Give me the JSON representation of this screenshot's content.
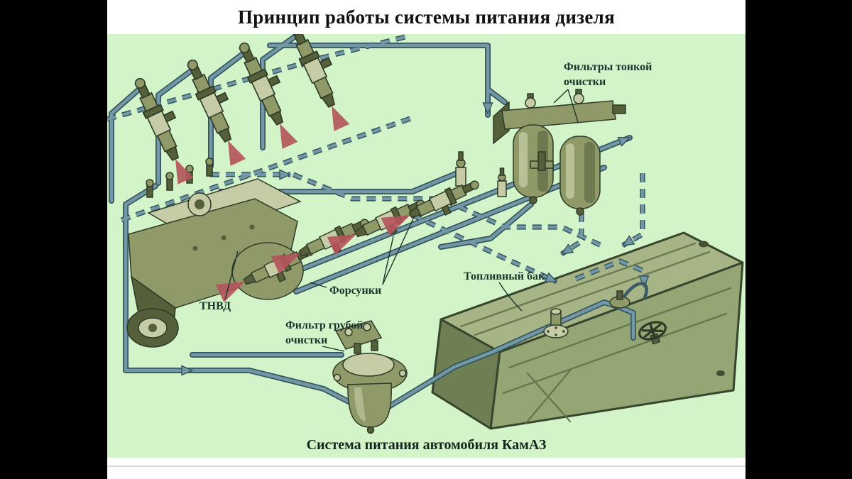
{
  "frame": {
    "title": "Принцип работы системы питания дизеля",
    "caption": "Система питания автомобиля КамАЗ"
  },
  "labels": {
    "fine_filters": {
      "line1": "Фильтры тонкой",
      "line2": "очистки"
    },
    "fuel_tank": "Топливный бак",
    "injectors": "Форсунки",
    "pump": "ТНВД",
    "coarse_filter": {
      "line1": "Фильтр грубой",
      "line2": "очистки"
    }
  },
  "colors": {
    "background": "#d3f4c9",
    "letterbox": "#000000",
    "paper": "#ffffff",
    "divider": "#d8d8d8",
    "pipe": "#7398a5",
    "pipe_outline": "#35535d",
    "component": "#8f9a68",
    "component_dark": "#555f3a",
    "component_light": "#c6cda6",
    "tank_top": "#a7b586",
    "tank_front": "#93a674",
    "tank_side": "#6e7f53",
    "spray": "#b4555c",
    "label_text": "#1c332c",
    "title_text": "#111111",
    "caption_text": "#14241c"
  }
}
